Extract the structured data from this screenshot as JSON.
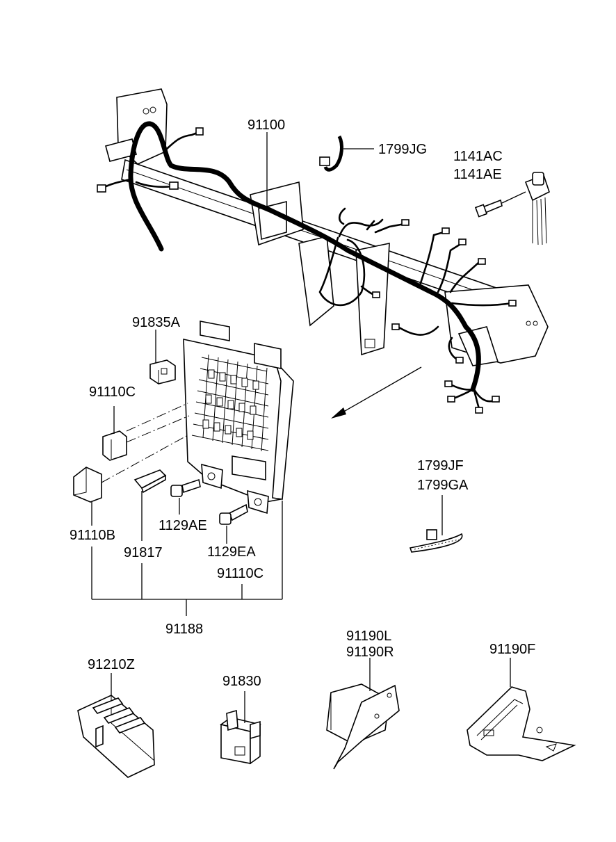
{
  "labels": {
    "harness_main": "91100",
    "clip_top": "1799JG",
    "bolt_top_1": "1141AC",
    "bolt_top_2": "1141AE",
    "fuse_a": "91835A",
    "fuse_c_upper": "91110C",
    "relay_b": "91110B",
    "connector": "91817",
    "bolt_1129ae": "1129AE",
    "bolt_1129ea": "1129EA",
    "fuse_c_lower": "91110C",
    "junction_box": "91188",
    "clip_right_1": "1799JF",
    "clip_right_2": "1799GA",
    "relay_box_z": "91210Z",
    "relay_830": "91830",
    "bracket_l": "91190L",
    "bracket_r": "91190R",
    "bracket_f": "91190F"
  }
}
